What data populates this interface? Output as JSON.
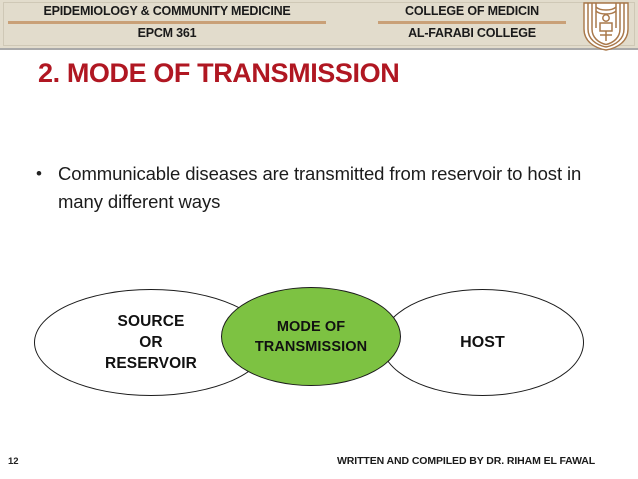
{
  "slide": {
    "page_number": "12",
    "background_color": "#ffffff"
  },
  "header": {
    "background_color": "#e2dccc",
    "accent_rule_color": "#c9a077",
    "left": {
      "line1": "EPIDEMIOLOGY & COMMUNITY MEDICINE",
      "line2": "EPCM 361"
    },
    "right": {
      "line1": "COLLEGE OF MEDICIN",
      "line2": "AL-FARABI COLLEGE"
    },
    "logo_name": "al-farabi-college-shield-logo"
  },
  "title": {
    "text": "2. MODE OF TRANSMISSION",
    "color": "#b01722"
  },
  "body": {
    "bullets": [
      {
        "marker": "•",
        "text": "Communicable diseases are transmitted from reservoir to host in many different ways"
      }
    ]
  },
  "diagram": {
    "type": "three-overlapping-ellipses",
    "nodes": [
      {
        "id": "source",
        "label_lines": [
          "SOURCE",
          "OR",
          "RESERVOIR"
        ],
        "fill": "#ffffff",
        "stroke": "#1b1b1b"
      },
      {
        "id": "mode-of-transmission",
        "label_lines": [
          "MODE OF",
          "TRANSMISSION"
        ],
        "fill": "#7dc242",
        "stroke": "#1b1b1b"
      },
      {
        "id": "host",
        "label_lines": [
          "HOST"
        ],
        "fill": "#ffffff",
        "stroke": "#1b1b1b"
      }
    ]
  },
  "footer": {
    "credit": "WRITTEN AND COMPILED BY DR. RIHAM EL FAWAL"
  }
}
